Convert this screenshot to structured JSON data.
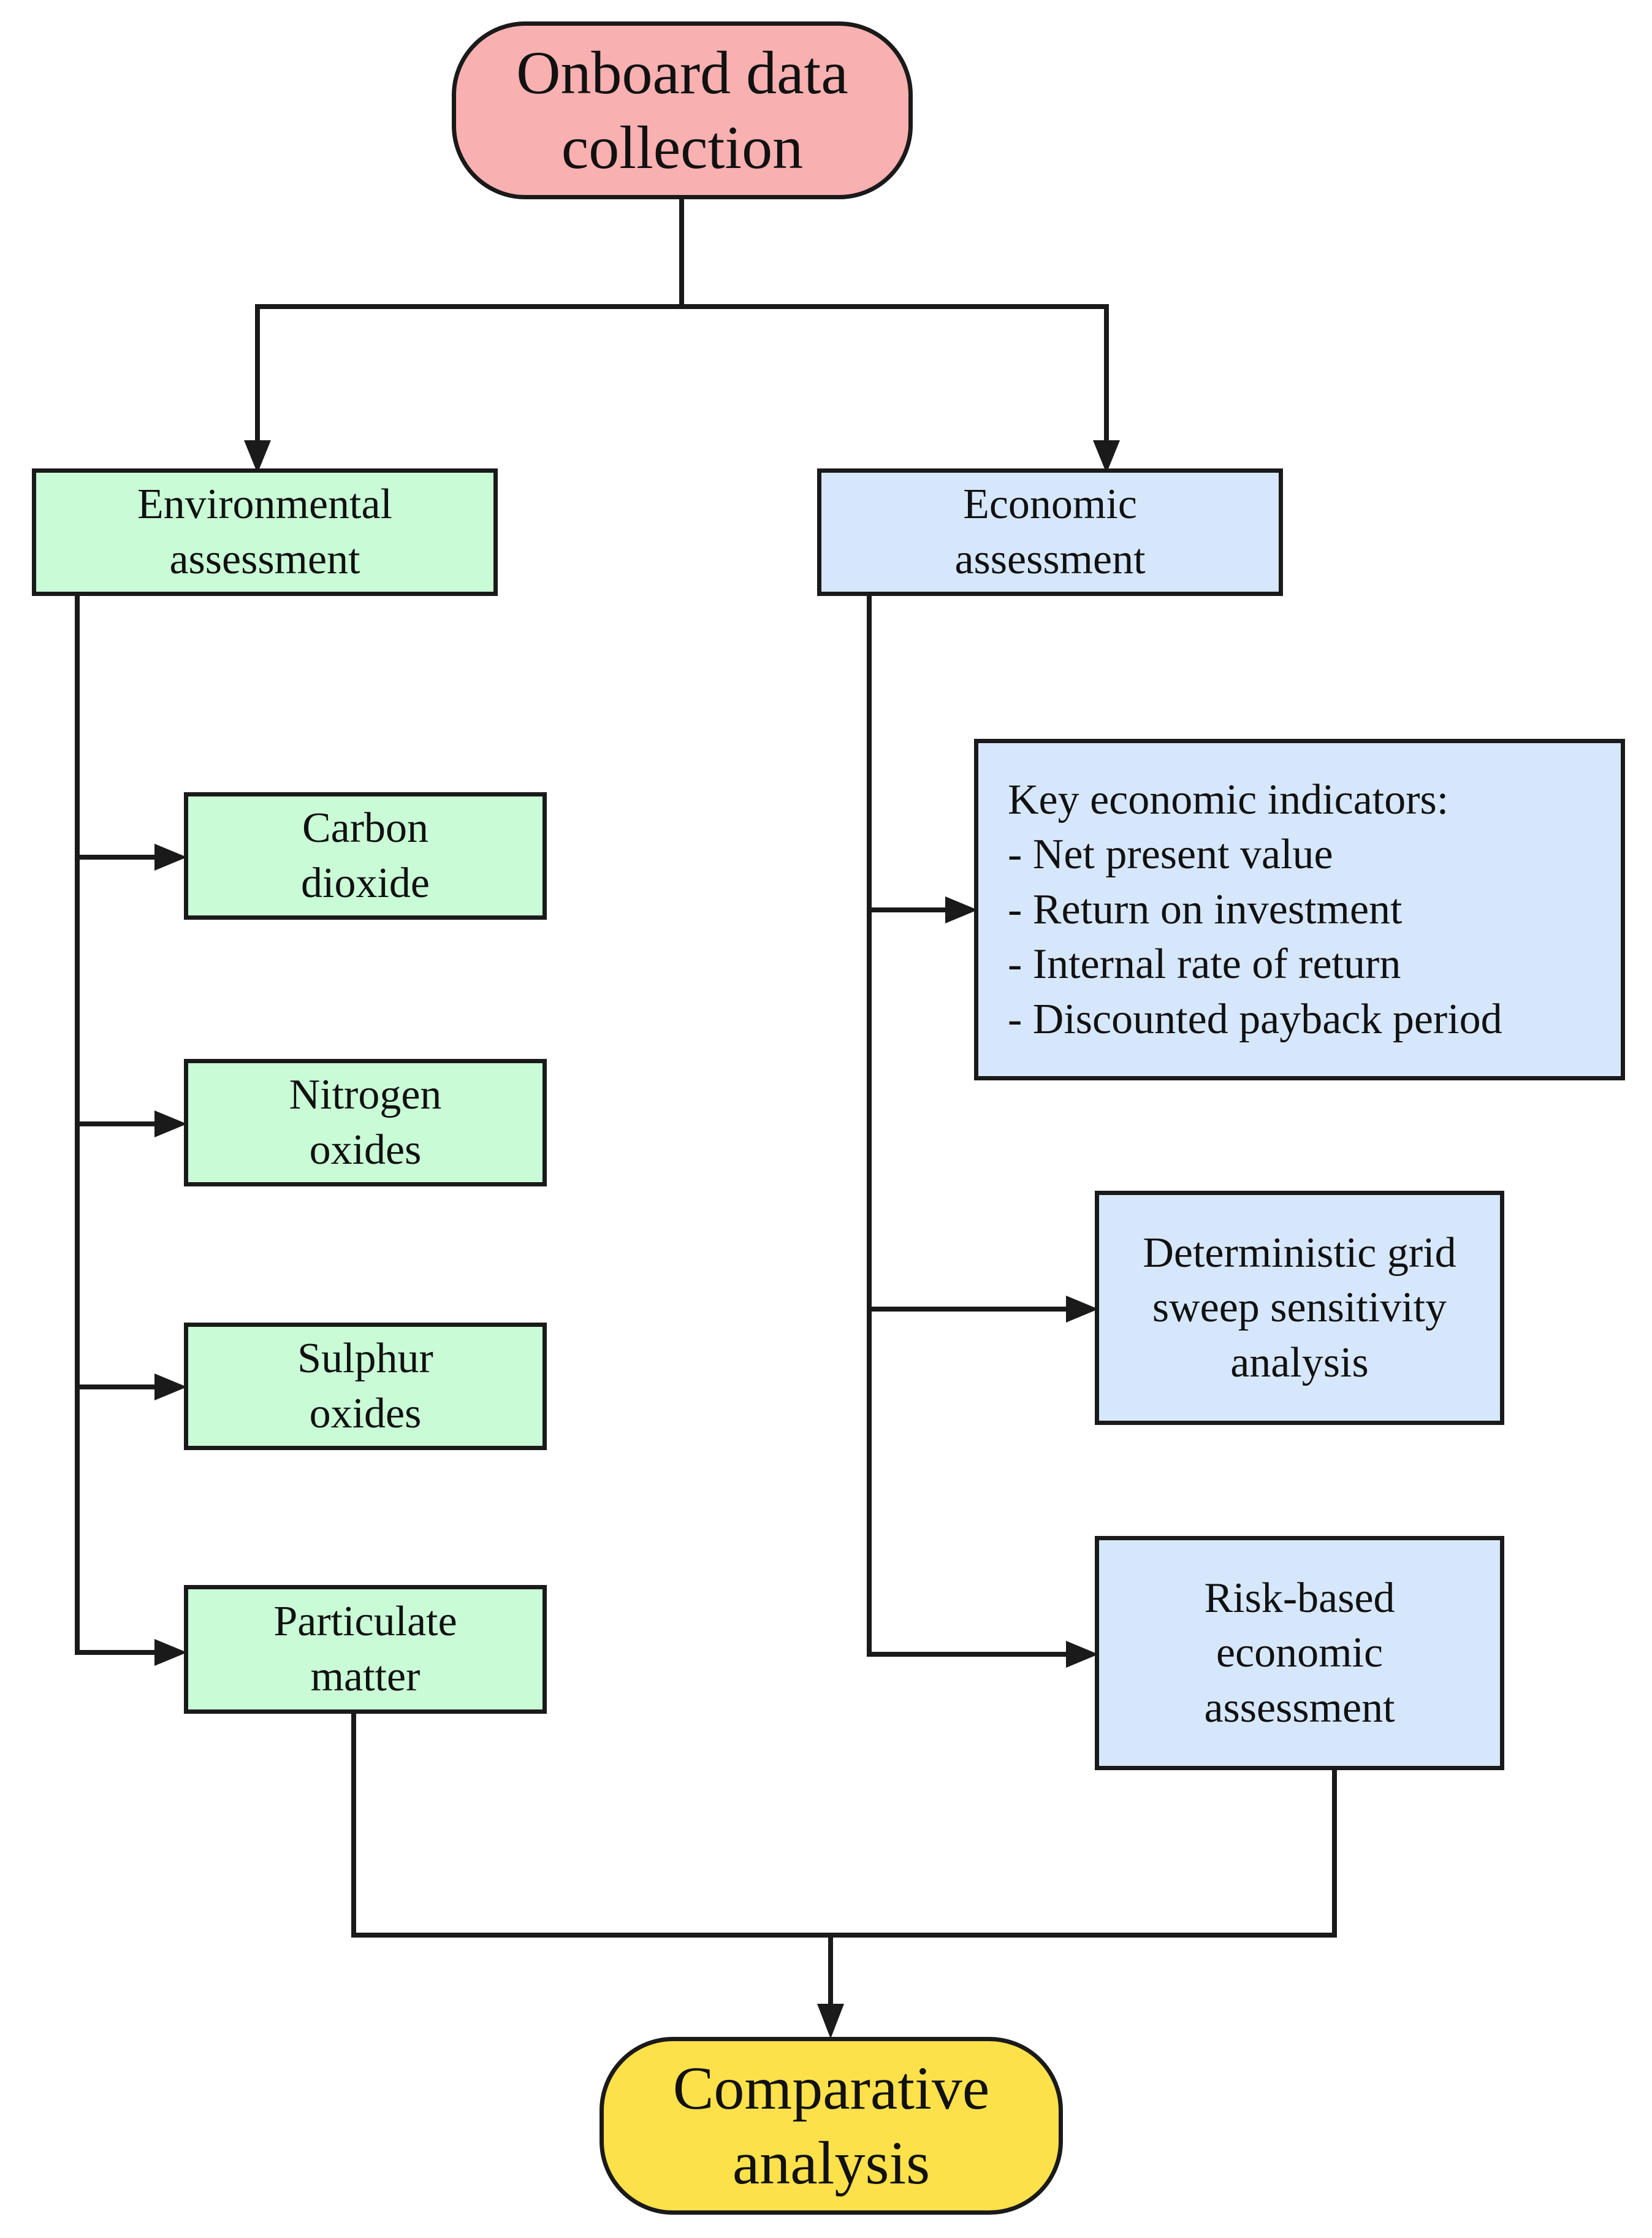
{
  "colors": {
    "start": "#f9b0b0",
    "env": "#c9fcd6",
    "econ": "#d6e7fc",
    "end": "#fde14a",
    "line": "#1a1a1a"
  },
  "nodes": {
    "onboard": "Onboard data\ncollection",
    "environmental": "Environmental\nassessment",
    "economic": "Economic\nassessment",
    "carbon": "Carbon\ndioxide",
    "nitrogen": "Nitrogen\noxides",
    "sulphur": "Sulphur\noxides",
    "particulate": "Particulate\nmatter",
    "indicators": "Key economic indicators:\n- Net present value\n- Return on investment\n- Internal rate of return\n- Discounted payback period",
    "grid_sweep": "Deterministic grid\nsweep sensitivity\nanalysis",
    "risk": "Risk-based\neconomic\nassessment",
    "comparative": "Comparative\nanalysis"
  }
}
